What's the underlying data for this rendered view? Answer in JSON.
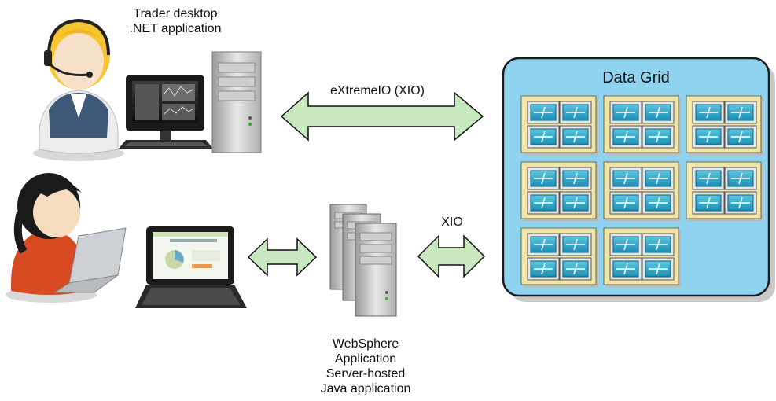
{
  "labels": {
    "trader_line1": "Trader desktop",
    "trader_line2": ".NET application",
    "xio_top": "eXtremeIO (XIO)",
    "xio_bottom": "XIO",
    "grid_title": "Data Grid",
    "ws_line1": "WebSphere",
    "ws_line2": "Application",
    "ws_line3": "Server-hosted",
    "ws_line4": "Java application"
  },
  "colors": {
    "grid_fill": "#8fd3f0",
    "grid_border": "#1a1a1a",
    "block_fill": "#efe6a8",
    "cell_fill": "#2aa7c9",
    "arrow_fill": "#c8e8c0",
    "arrow_stroke": "#111111"
  },
  "grid": {
    "block_rows": [
      3,
      3,
      2
    ],
    "cells_per_block": 4
  }
}
